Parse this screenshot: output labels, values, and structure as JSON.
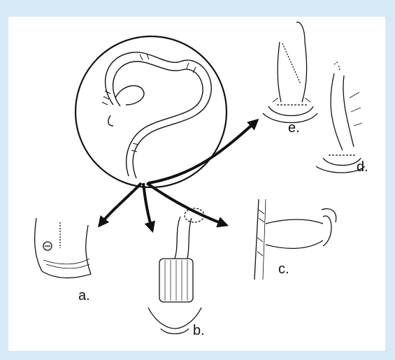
{
  "labels": {
    "a": "a.",
    "b": "b.",
    "c": "c.",
    "d": "d.",
    "e": "e."
  }
}
